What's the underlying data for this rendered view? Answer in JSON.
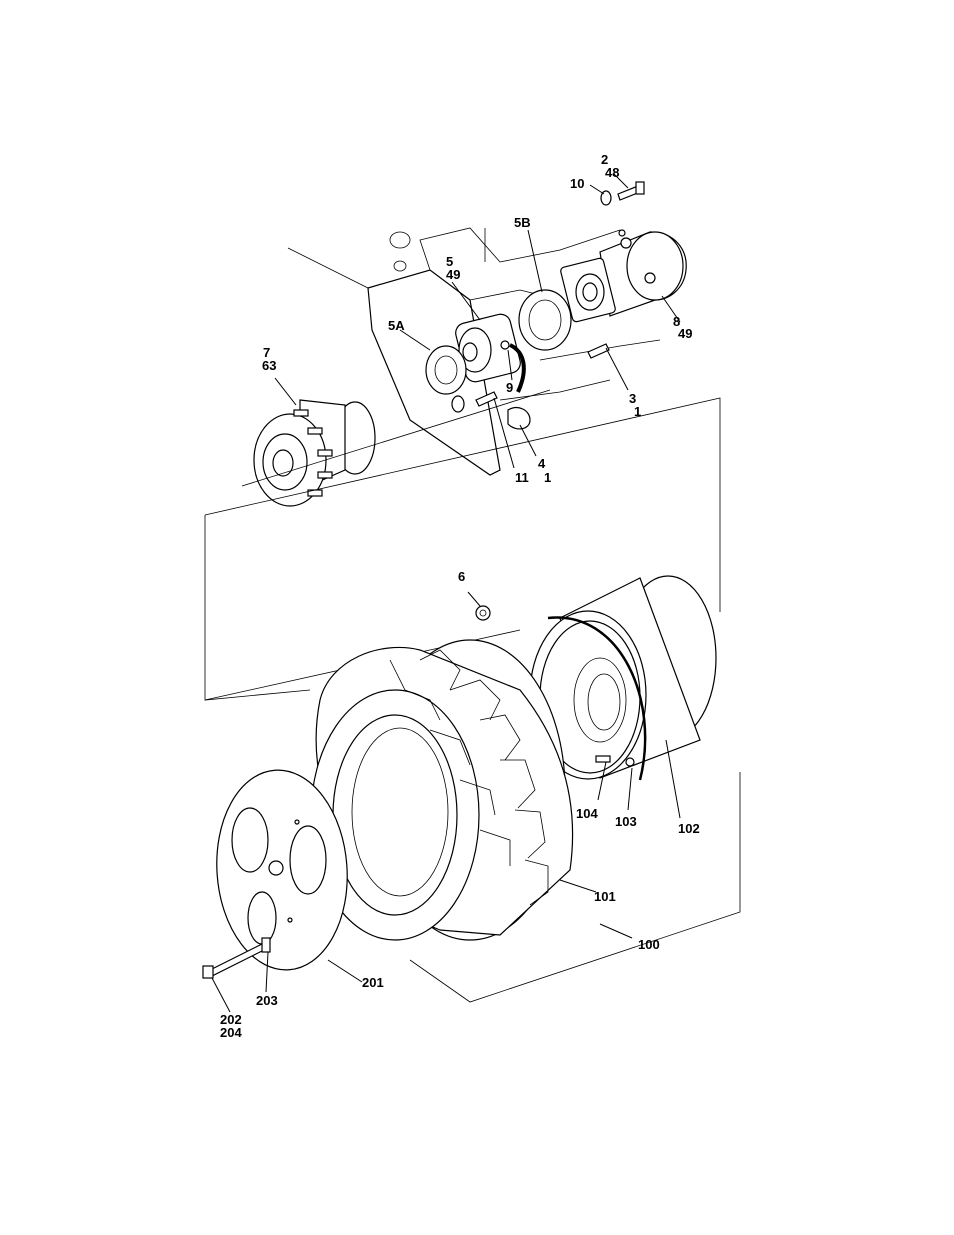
{
  "callouts": {
    "c2": "2",
    "c48a": "48",
    "c10": "10",
    "c5b": "5B",
    "c5": "5",
    "c49a": "49",
    "c8": "8",
    "c49b": "49",
    "c5a": "5A",
    "c7": "7",
    "c63": "63",
    "c9": "9",
    "c3": "3",
    "c1a": "1",
    "c4": "4",
    "c11": "11",
    "c1b": "1",
    "c6": "6",
    "c104": "104",
    "c103": "103",
    "c102": "102",
    "c101": "101",
    "c100": "100",
    "c201": "201",
    "c203": "203",
    "c202": "202",
    "c204": "204"
  }
}
